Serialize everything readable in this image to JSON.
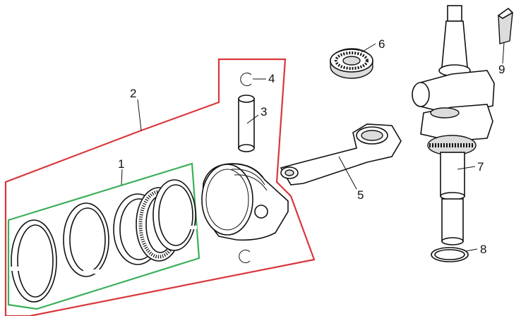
{
  "diagram": {
    "group_colors": {
      "kit_outline": "#d9373b",
      "ring_set_outline": "#3bb05a"
    },
    "callouts": [
      {
        "id": "1",
        "label": "1",
        "part": "piston-ring-set"
      },
      {
        "id": "2",
        "label": "2",
        "part": "piston-kit"
      },
      {
        "id": "3",
        "label": "3",
        "part": "piston-pin"
      },
      {
        "id": "4",
        "label": "4",
        "part": "pin-clip"
      },
      {
        "id": "5",
        "label": "5",
        "part": "connecting-rod"
      },
      {
        "id": "6",
        "label": "6",
        "part": "bearing"
      },
      {
        "id": "7",
        "label": "7",
        "part": "crankshaft"
      },
      {
        "id": "8",
        "label": "8",
        "part": "washer"
      },
      {
        "id": "9",
        "label": "9",
        "part": "key"
      }
    ]
  }
}
